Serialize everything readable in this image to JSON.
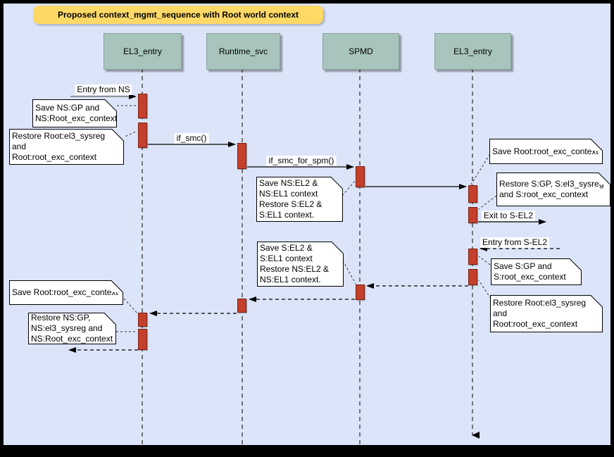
{
  "title": "Proposed context_mgmt_sequence with Root world context",
  "lifelines": [
    {
      "label": "EL3_entry"
    },
    {
      "label": "Runtime_svc"
    },
    {
      "label": "SPMD"
    },
    {
      "label": "EL3_entry"
    }
  ],
  "messages": {
    "entry_from_ns": "Entry from NS",
    "if_smc": "if_smc()",
    "if_smc_for_spm": "if_smc_for_spm()",
    "exit_to_s_el2": "Exit to S-EL2",
    "entry_from_s_el2": "Entry from S-EL2"
  },
  "notes": {
    "save_ns_gp": "Save NS:GP and\nNS:Root_exc_context",
    "restore_root_top_left": "Restore Root:el3_sysreg\nand\nRoot:root_exc_context",
    "save_ns_el2": "Save NS:EL2 &\nNS:EL1 context\nRestore S:EL2 &\nS:EL1 context.",
    "save_root_right": "Save Root:root_exc_context",
    "restore_s_gp": "Restore S:GP, S:el3_sysreg\nand S:root_exc_context",
    "save_s_gp": "Save S:GP and\nS:root_exc_context",
    "restore_root_bottom_right": "Restore Root:el3_sysreg\nand\nRoot:root_exc_context",
    "save_s_el2": "Save S:EL2 &\nS:EL1 context\nRestore NS:EL2 &\nNS:EL1 context.",
    "save_root_left": "Save Root:root_exc_context",
    "restore_ns_gp": "Restore NS:GP,\nNS:el3_sysreg and\nNS:Root_exc_context"
  },
  "colors": {
    "background": "#dce4f9",
    "frame": "#000000",
    "title_fill": "#ffd966",
    "lifeline_head_fill": "#a8c4bd",
    "activation_fill": "#c4402c",
    "activation_border": "#7a1f12",
    "note_fill": "#ffffff"
  }
}
